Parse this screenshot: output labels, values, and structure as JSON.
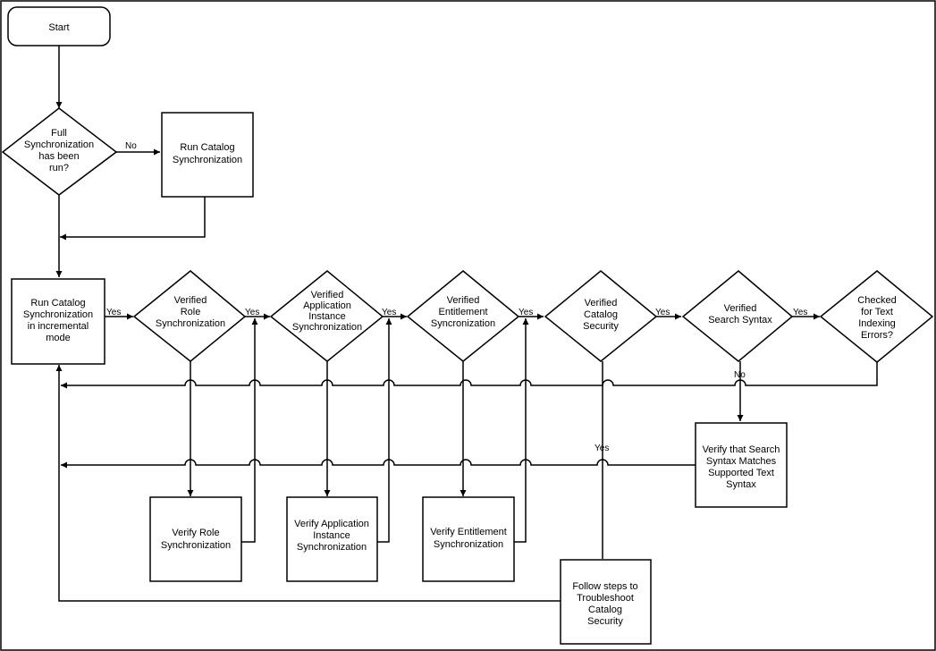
{
  "diagram": {
    "nodes": {
      "start": "Start",
      "full_sync_q": [
        "Full",
        "Synchronization",
        "has been",
        "run?"
      ],
      "run_catalog_sync": [
        "Run Catalog",
        "Synchronization"
      ],
      "run_incremental": [
        "Run Catalog",
        "Synchronization",
        "in incremental",
        "mode"
      ],
      "verified_role_q": [
        "Verified",
        "Role",
        "Synchronization"
      ],
      "verified_app_q": [
        "Verified",
        "Application",
        "Instance",
        "Synchronization"
      ],
      "verified_ent_q": [
        "Verified",
        "Entitlement",
        "Syncronization"
      ],
      "verified_catsec_q": [
        "Verified",
        "Catalog",
        "Security"
      ],
      "verified_search_q": [
        "Verified",
        "Search Syntax"
      ],
      "checked_text_q": [
        "Checked",
        "for Text",
        "Indexing",
        "Errors?"
      ],
      "verify_role": [
        "Verify Role",
        "Synchronization"
      ],
      "verify_app": [
        "Verify Application",
        "Instance",
        "Synchronization"
      ],
      "verify_ent": [
        "Verify Entitlement",
        "Synchronization"
      ],
      "verify_search": [
        "Verify that Search",
        "Syntax Matches",
        "Supported Text",
        "Syntax"
      ],
      "follow_steps": [
        "Follow steps to",
        "Troubleshoot",
        "Catalog",
        "Security"
      ]
    },
    "edge_labels": {
      "no_full_sync": "No",
      "yes_incremental": "Yes",
      "yes_role": "Yes",
      "yes_app": "Yes",
      "yes_ent": "Yes",
      "yes_catsec": "Yes",
      "yes_search": "Yes",
      "no_search": "No",
      "yes_catsec_down": "Yes"
    }
  }
}
